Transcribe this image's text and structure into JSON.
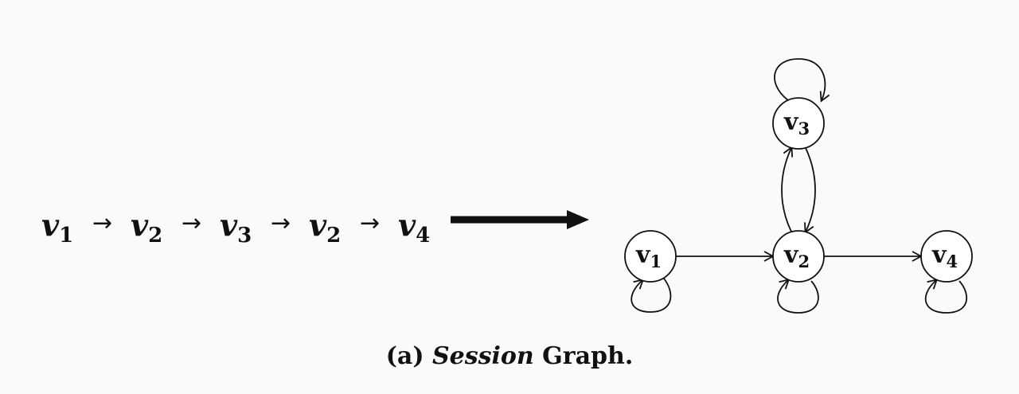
{
  "sequence": {
    "items": [
      {
        "base": "v",
        "sub": "1"
      },
      {
        "base": "v",
        "sub": "2"
      },
      {
        "base": "v",
        "sub": "3"
      },
      {
        "base": "v",
        "sub": "2"
      },
      {
        "base": "v",
        "sub": "4"
      }
    ],
    "separator": "→"
  },
  "graph": {
    "nodes": [
      {
        "id": "v1",
        "base": "v",
        "sub": "1"
      },
      {
        "id": "v2",
        "base": "v",
        "sub": "2"
      },
      {
        "id": "v3",
        "base": "v",
        "sub": "3"
      },
      {
        "id": "v4",
        "base": "v",
        "sub": "4"
      }
    ],
    "edges": [
      {
        "from": "v1",
        "to": "v2"
      },
      {
        "from": "v2",
        "to": "v3"
      },
      {
        "from": "v3",
        "to": "v2"
      },
      {
        "from": "v2",
        "to": "v4"
      },
      {
        "from": "v1",
        "to": "v1"
      },
      {
        "from": "v2",
        "to": "v2"
      },
      {
        "from": "v3",
        "to": "v3"
      },
      {
        "from": "v4",
        "to": "v4"
      }
    ]
  },
  "caption": {
    "prefix": "(a) ",
    "italic": "Session",
    "suffix": " Graph."
  }
}
